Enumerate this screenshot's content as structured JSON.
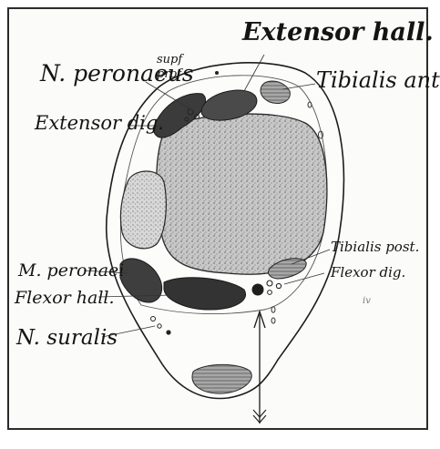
{
  "labels": {
    "extensor_hall": "Extensor hall.",
    "n_peronaeus": "N. peronaeus",
    "supf_prof": "supf\nprof",
    "tibialis_ant": "Tibialis ant.",
    "extensor_dig": "Extensor dig.",
    "m_peronaei": "M. peronaei",
    "flexor_hall": "Flexor hall.",
    "n_suralis": "N. suralis",
    "tibialis_post": "Tibialis post.",
    "flexor_dig": "Flexor dig.",
    "mark": "iv"
  },
  "colors": {
    "ink": "#141414",
    "muscle_dark": "#3a3a3a",
    "bone_fill": "#bdbdbd",
    "paper": "#fbfbfa"
  }
}
